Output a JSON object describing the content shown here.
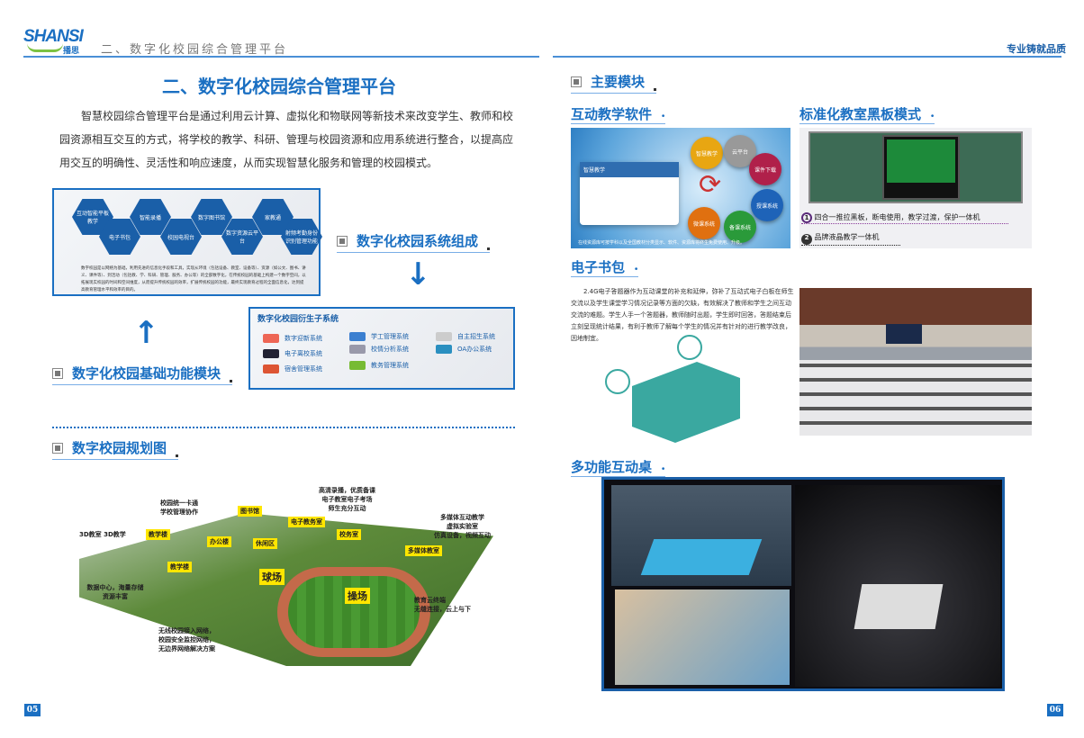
{
  "header": {
    "logo_text": "SHANSI",
    "logo_sub": "播思",
    "running_title": "二、数字化校园综合管理平台",
    "slogan": "专业铸就品质"
  },
  "left": {
    "title": "二、数字化校园综合管理平台",
    "intro": "智慧校园综合管理平台是通过利用云计算、虚拟化和物联网等新技术来改变学生、教师和校园资源相互交互的方式，将学校的教学、科研、管理与校园资源和应用系统进行整合，以提高应用交互的明确性、灵活性和响应速度，从而实现智慧化服务和管理的校园模式。",
    "modules": [
      "互动智能平板教学",
      "电子书包",
      "智能录播",
      "校园电视台",
      "数字图书馆",
      "数字资源云平台",
      "家教通",
      "射频考勤身份识别管理功能"
    ],
    "modules_note": "数字校园是以网络为基础，利用先进的信息化手段和工具，实现从环境（包括设备、教室、设备等）、资源（如公文、图书、讲义、课件等）、到活动（包括教、学、科研、管理、服务、办公等）的全部数字化，在传统校园的基础上构建一个数字空间，以拓展现实校园的时间和空间维度，从而提升传统校园的效率，扩展传统校园的功能，最终实现教育过程的全面信息化，达到提高教育管理水平和效率的目的。",
    "section_composition": "数字化校园系统组成",
    "section_basic": "数字化校园基础功能模块",
    "subsystem_title": "数字化校园衍生子系统",
    "subsystems": [
      "数字迎新系统",
      "电子离校系统",
      "宿舍管理系统",
      "学工管理系统",
      "校情分析系统",
      "教务管理系统",
      "自主招生系统",
      "OA办公系统"
    ],
    "section_plan": "数字校园规划图",
    "map_labels": [
      "图书馆",
      "电子教务室",
      "教学楼",
      "办公楼",
      "休闲区",
      "校务室",
      "多媒体教室",
      "教学楼",
      "球场",
      "操场"
    ],
    "map_callouts": [
      "校园统一卡通\n学校管理协作",
      "高清录播，优质备课\n电子教室电子考场\n师生充分互动",
      "3D教室 3D教学",
      "多媒体互动教学\n虚拟实验室\n仿真设备，视频互动",
      "数据中心，海量存储\n资源丰富",
      "教育云终端\n无缝连接，云上与下",
      "无线校园接入网络，\n校园安全监控网络，\n无边界网络解决方案"
    ],
    "page_number": "05"
  },
  "right": {
    "section_main": "主要模块",
    "software_title": "互动教学软件",
    "software_balls": [
      "智慧教学",
      "云平台",
      "课件下载",
      "授课系统",
      "备课系统",
      "微课系统"
    ],
    "software_caption": "在线资源库可按学科以及全国教材分类显示、软件、资源库将终生免费使用、升级。",
    "software_screen": "智慧教学",
    "blackboard_title": "标准化教室黑板模式",
    "blackboard_points": [
      {
        "num": "1",
        "text": "四合一推拉黑板，断电使用，教学过渡，保护一体机"
      },
      {
        "num": "2",
        "text": "品牌液晶教学一体机"
      }
    ],
    "ebook_title": "电子书包",
    "ebook_text": "2.4G电子答题器作为互动课堂的补充和延伸，弥补了互动式电子白板在师生交流以及学生课堂学习情况记录等方面的欠缺，有效解决了教师和学生之间互动交流的难题。学生人手一个答题器，教师随时出题，学生即时回答，答题结束后立刻呈现统计结果，有利于教师了解每个学生的情况并有针对的进行教学改良，因地制宜。",
    "table_title": "多功能互动桌",
    "page_number": "06"
  },
  "colors": {
    "accent": "#1a6fc2",
    "label_yellow": "#ffe600",
    "green_logo": "#7cc242"
  }
}
